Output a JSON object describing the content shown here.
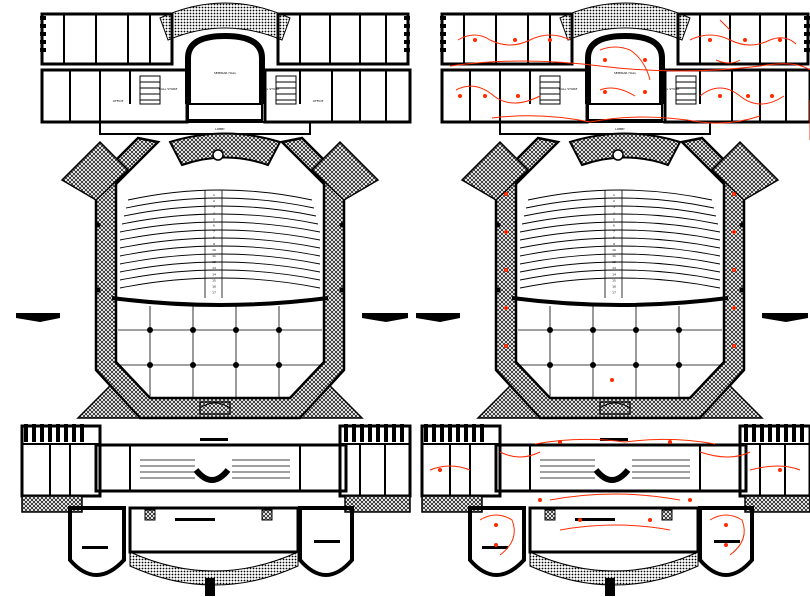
{
  "drawing": {
    "sheets": [
      {
        "id": "plan-architectural"
      },
      {
        "id": "plan-electrical"
      }
    ],
    "labels": {
      "hall_top": "SEMINAR HALL",
      "wing_left_top": "HALL STORE",
      "wing_right_top": "HALL STORE",
      "lobby": "LOBBY",
      "pass_1": "OFFICE",
      "pass_2": "OFFICE"
    },
    "row_numbers": [
      "1",
      "2",
      "3",
      "4",
      "5",
      "6",
      "7",
      "8",
      "9",
      "10",
      "11",
      "12",
      "13",
      "14",
      "15",
      "16",
      "17"
    ],
    "colors": {
      "line": "#000000",
      "hatch": "#000000",
      "electrical": "#ff2a00",
      "paper": "#ffffff"
    }
  }
}
